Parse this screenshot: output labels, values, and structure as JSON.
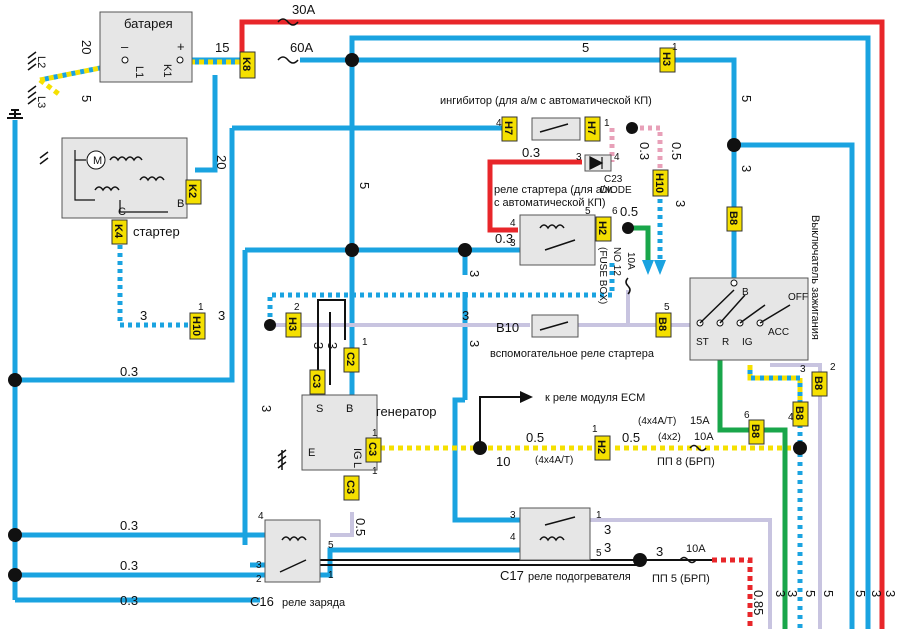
{
  "colors": {
    "blue": "#1aa3e0",
    "red": "#e8262a",
    "yellow": "#f5e000",
    "lavender": "#c8c4e0",
    "green": "#19a64a",
    "connector_fill": "#f5e000",
    "component_fill": "#e6e6e6"
  },
  "components": {
    "battery": "батарея",
    "starter": "стартер",
    "generator": "генератор",
    "inhibitor": "ингибитор (для а/м с автоматической КП)",
    "starter_relay_1": "реле стартера (для а/м",
    "starter_relay_2": "с автоматической КП)",
    "aux_starter_relay": "вспомогательное реле стартера",
    "ecm_relay": "к реле модуля ECM",
    "ignition_switch": "Выключатель зажигания",
    "heater_relay": "реле подогревателя",
    "charge_relay": "реле заряда",
    "diode": "C23",
    "diode_word": "DIODE",
    "b10": "B10",
    "c17": "C17",
    "c16": "C16",
    "fuse_box": "(FUSE BOX)",
    "no12": "NO 12",
    "fuse_10a_vertical": "10A",
    "pp8": "ПП 8 (БРП)",
    "pp5": "ПП 5 (БРП)",
    "fuse_15a": "15A",
    "fuse_10a": "10A",
    "fuse_10a_bottom": "10A",
    "variant_4x4": "(4x4A/T)",
    "variant_4x2": "(4x2)",
    "variant_4x4_b": "(4x4A/T)"
  },
  "connectors": [
    "K8",
    "K2",
    "K4",
    "H3",
    "H7",
    "H7",
    "H10",
    "H2",
    "H10",
    "H3",
    "C2",
    "C3",
    "C3",
    "C3",
    "H2",
    "B8",
    "B8",
    "B8",
    "B8",
    "B8"
  ],
  "terminals": {
    "l1": "L1",
    "l2": "L2",
    "l3": "L3",
    "k1": "K1",
    "minus": "–",
    "plus": "+",
    "gen_s": "S",
    "gen_b": "B",
    "gen_e": "E",
    "gen_ig": "IG",
    "gen_l": "L",
    "starter_c": "C",
    "starter_b": "B",
    "ign_b": "B",
    "ign_st": "ST",
    "ign_r": "R",
    "ign_ig": "IG",
    "ign_acc": "ACC",
    "ign_off": "OFF",
    "motor": "M"
  },
  "wire_labels": [
    "30A",
    "60A",
    "15",
    "20",
    "5",
    "20",
    "5",
    "5",
    "5",
    "3",
    "3",
    "3",
    "3",
    "3",
    "3",
    "3",
    "3",
    "3",
    "3",
    "3",
    "3",
    "0.3",
    "0.3",
    "0.3",
    "0.3",
    "0.3",
    "0.3",
    "0.3",
    "0.5",
    "0.5",
    "0.5",
    "0.5",
    "0.5",
    "0.85",
    "10",
    "3",
    "3",
    "5",
    "5",
    "5",
    "3",
    "3",
    "3"
  ],
  "pins": [
    "1",
    "2",
    "3",
    "4",
    "5",
    "6"
  ]
}
